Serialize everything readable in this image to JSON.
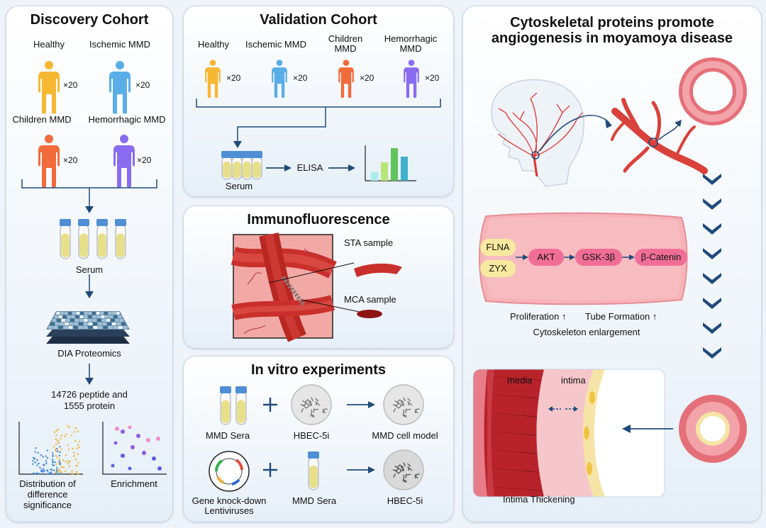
{
  "discovery": {
    "title": "Discovery Cohort",
    "groups": [
      {
        "label": "Healthy",
        "count": "×20",
        "color": "#f7b733"
      },
      {
        "label": "Ischemic MMD",
        "count": "×20",
        "color": "#5aaee8"
      },
      {
        "label": "Children MMD",
        "count": "×20",
        "color": "#f26b3a"
      },
      {
        "label": "Hemorrhagic MMD",
        "count": "×20",
        "color": "#8a6cf0"
      }
    ],
    "serum_label": "Serum",
    "dia_label": "DIA Proteomics",
    "result_line1": "14726 peptide and",
    "result_line2": "1555 protein",
    "plot1_line1": "Distribution of",
    "plot1_line2": "difference",
    "plot1_line3": "significance",
    "plot2_label": "Enrichment"
  },
  "validation": {
    "title": "Validation Cohort",
    "groups": [
      {
        "label": "Healthy",
        "count": "×20"
      },
      {
        "label": "Ischemic MMD",
        "count": "×20"
      },
      {
        "label_line1": "Children",
        "label_line2": "MMD",
        "count": "×20"
      },
      {
        "label_line1": "Hemorrhagic",
        "label_line2": "MMD",
        "count": "×20"
      }
    ],
    "serum_label": "Serum",
    "elisa_label": "ELISA"
  },
  "immuno": {
    "title": "Immunofluorescence",
    "sta_label": "STA sample",
    "mca_label": "MCA sample"
  },
  "invitro": {
    "title": "In vitro experiments",
    "row1": {
      "sera": "MMD Sera",
      "cell": "HBEC-5i",
      "result": "MMD cell model"
    },
    "row2": {
      "virus_line1": "Gene knock-down",
      "virus_line2": "Lentiviruses",
      "sera": "MMD Sera",
      "result": "HBEC-5i"
    }
  },
  "mechanism": {
    "title_line1": "Cytoskeletal proteins promote",
    "title_line2": "angiogenesis in moyamoya disease",
    "proteins": [
      "FLNA",
      "ZYX"
    ],
    "pathway": [
      "AKT",
      "GSK-3β",
      "β-Catenin"
    ],
    "effects_line1a": "Proliferation",
    "effects_line1b": "Tube Formation",
    "effects_line2": "Cytoskeleton enlargement",
    "media_label": "media",
    "intima_label": "intima",
    "thickening_label": "Intima Thickening"
  },
  "colors": {
    "navy": "#1f4a7a",
    "tube_cap": "#4f8fd6",
    "tube_fluid": "#e7df8a",
    "vessel": "#d9413a",
    "vessel_wall_pink": "#f3b7bc",
    "pathway_pill": "#f06e96",
    "protein_pill": "#f8e9a0"
  }
}
